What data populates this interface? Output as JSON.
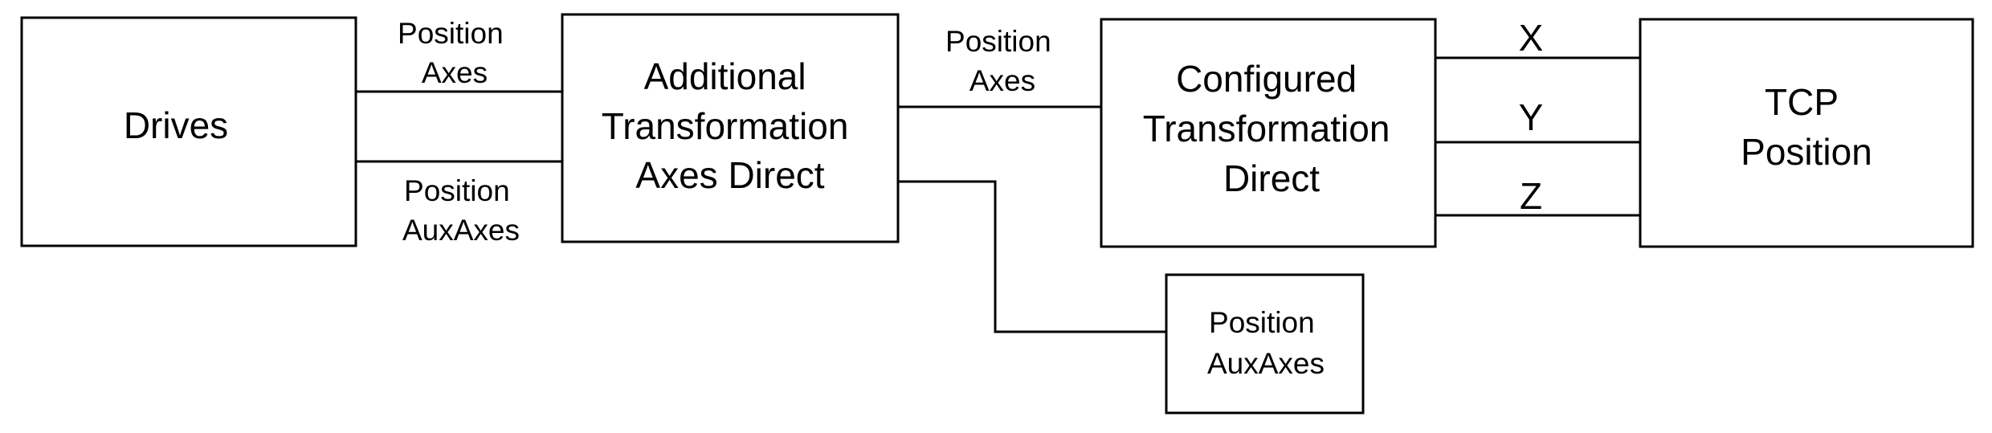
{
  "boxes": {
    "drives": [
      "Drives"
    ],
    "additional": [
      "Additional",
      "Transformation",
      "Axes Direct"
    ],
    "configured": [
      "Configured",
      "Transformation",
      "Direct"
    ],
    "tcp": [
      "TCP",
      "Position"
    ],
    "aux_output": [
      "Position",
      "AuxAxes"
    ]
  },
  "connections": {
    "drives_position_axes": [
      "Position",
      "Axes"
    ],
    "drives_position_auxaxes": [
      "Position",
      "AuxAxes"
    ],
    "additional_position_axes": [
      "Position",
      "Axes"
    ],
    "tcp_x": "X",
    "tcp_y": "Y",
    "tcp_z": "Z"
  }
}
